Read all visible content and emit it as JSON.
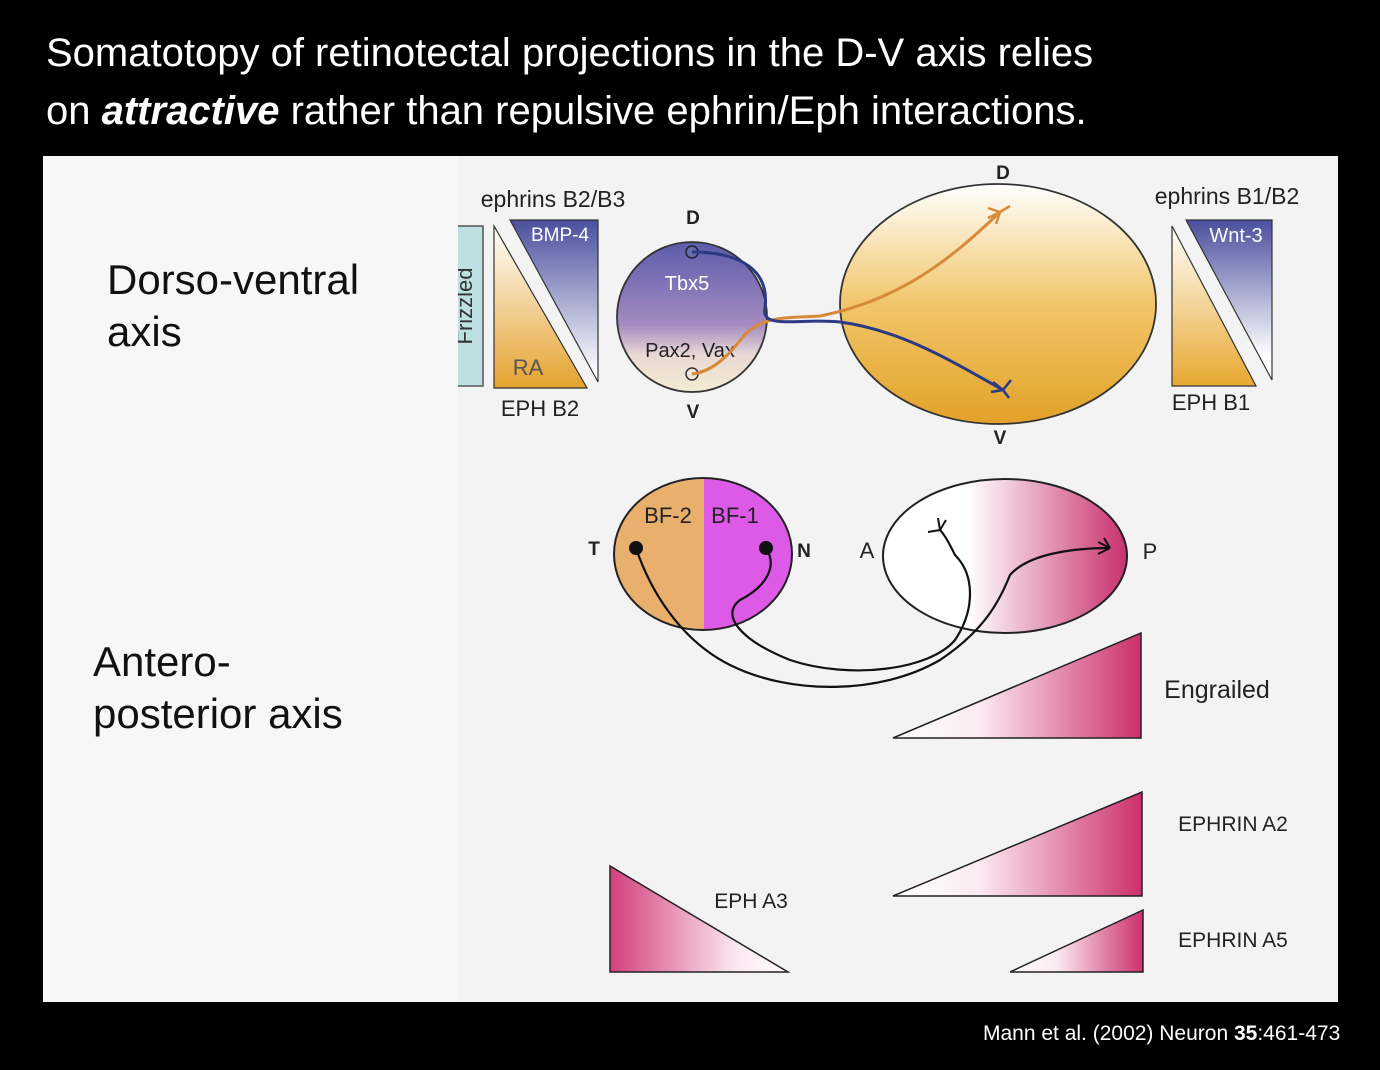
{
  "title": {
    "line1": "Somatotopy of retinotectal projections in the D-V axis relies",
    "line2_pre": "on ",
    "line2_em": "attractive",
    "line2_post": " rather than repulsive ephrin/Eph interactions."
  },
  "axes": {
    "dv_line1": "Dorso-ventral",
    "dv_line2": "axis",
    "ap_line1": "Antero-",
    "ap_line2": "posterior axis"
  },
  "dv_panel": {
    "ephrins_left": "ephrins B2/B3",
    "bmp4": "BMP-4",
    "frizzled": "Frizzled",
    "ra": "RA",
    "eph_b2": "EPH B2",
    "eye_d": "D",
    "eye_v": "V",
    "tbx5": "Tbx5",
    "pax2_vax": "Pax2, Vax",
    "tectum_d": "D",
    "tectum_v": "V",
    "ephrins_right": "ephrins B1/B2",
    "wnt3": "Wnt-3",
    "eph_b1": "EPH B1"
  },
  "ap_panel": {
    "bf2": "BF-2",
    "bf1": "BF-1",
    "t": "T",
    "n": "N",
    "a": "A",
    "p": "P",
    "engrailed": "Engrailed",
    "ephrin_a2": "EPHRIN A2",
    "ephrin_a5": "EPHRIN A5",
    "eph_a3": "EPH A3"
  },
  "citation": {
    "text": "Mann et al. (2002) Neuron ",
    "volume": "35",
    "pages": ":461-473"
  },
  "colors": {
    "orange": "#e6a632",
    "blue_violet": "#5054a0",
    "magenta": "#d23c78",
    "bf1_pink": "#dc5ae6",
    "bf2_tan": "#e8b06c",
    "frizzled_teal": "#bfe0e2",
    "axon_orange": "#d88a3a",
    "axon_blue": "#2c3a84"
  }
}
